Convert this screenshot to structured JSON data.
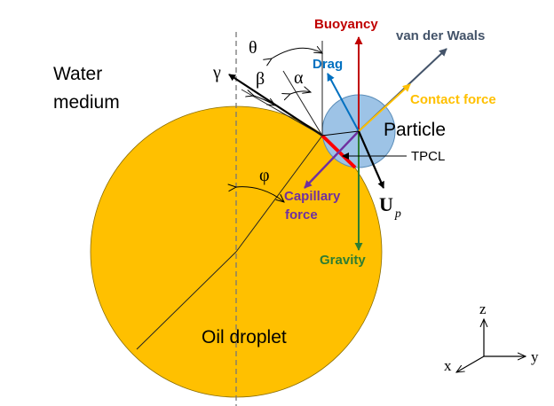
{
  "labels": {
    "medium_line1": "Water",
    "medium_line2": "medium",
    "droplet": "Oil droplet",
    "particle": "Particle",
    "tpcl": "TPCL",
    "buoyancy": "Buoyancy",
    "vdw": "van der Waals",
    "drag": "Drag",
    "contact": "Contact force",
    "capillary_line1": "Capillary",
    "capillary_line2": "force",
    "gravity": "Gravity",
    "up_main": "U",
    "up_sub": "p"
  },
  "greek": {
    "theta": "θ",
    "beta": "β",
    "alpha": "α",
    "gamma": "γ",
    "phi": "φ"
  },
  "axes": {
    "z": "z",
    "y": "y",
    "x": "x"
  },
  "colors": {
    "droplet": "#FFC000",
    "particle": "#9DC3E6",
    "buoyancy": "#C00000",
    "vdw": "#44546A",
    "drag": "#0070C0",
    "contact": "#FFC000",
    "capillary": "#7030A0",
    "gravity": "#2E7D32",
    "tpcl_mark": "#FF0000",
    "label_text": "#000000"
  }
}
